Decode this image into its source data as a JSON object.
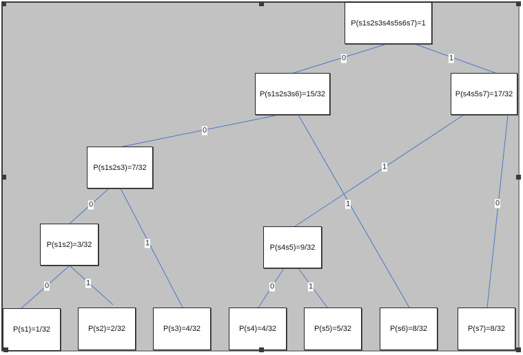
{
  "diagram": {
    "type": "huffman-tree",
    "edge_color": "#4a78c8",
    "nodes": [
      {
        "id": "root",
        "label": "P(s1s2s3s4s5s6s7)=1"
      },
      {
        "id": "n1236",
        "label": "P(s1s2s3s6)=15/32"
      },
      {
        "id": "n457",
        "label": "P(s4s5s7)=17/32"
      },
      {
        "id": "n123",
        "label": "P(s1s2s3)=7/32"
      },
      {
        "id": "n12",
        "label": "P(s1s2)=3/32"
      },
      {
        "id": "n45",
        "label": "P(s4s5)=9/32"
      },
      {
        "id": "s1",
        "label": "P(s1)=1/32"
      },
      {
        "id": "s2",
        "label": "P(s2)=2/32"
      },
      {
        "id": "s3",
        "label": "P(s3)=4/32"
      },
      {
        "id": "s4",
        "label": "P(s4)=4/32"
      },
      {
        "id": "s5",
        "label": "P(s5)=5/32"
      },
      {
        "id": "s6",
        "label": "P(s6)=8/32"
      },
      {
        "id": "s7",
        "label": "P(s7)=8/32"
      }
    ],
    "edges": [
      {
        "from": "root",
        "to": "n1236",
        "label": "0"
      },
      {
        "from": "root",
        "to": "n457",
        "label": "1"
      },
      {
        "from": "n1236",
        "to": "n123",
        "label": "0"
      },
      {
        "from": "n1236",
        "to": "s6",
        "label": "1"
      },
      {
        "from": "n457",
        "to": "n45",
        "label": "1"
      },
      {
        "from": "n457",
        "to": "s7",
        "label": "0"
      },
      {
        "from": "n123",
        "to": "n12",
        "label": "0"
      },
      {
        "from": "n123",
        "to": "s3",
        "label": "1"
      },
      {
        "from": "n12",
        "to": "s1",
        "label": "0"
      },
      {
        "from": "n12",
        "to": "s2",
        "label": "1"
      },
      {
        "from": "n45",
        "to": "s4",
        "label": "0"
      },
      {
        "from": "n45",
        "to": "s5",
        "label": "1"
      }
    ]
  }
}
